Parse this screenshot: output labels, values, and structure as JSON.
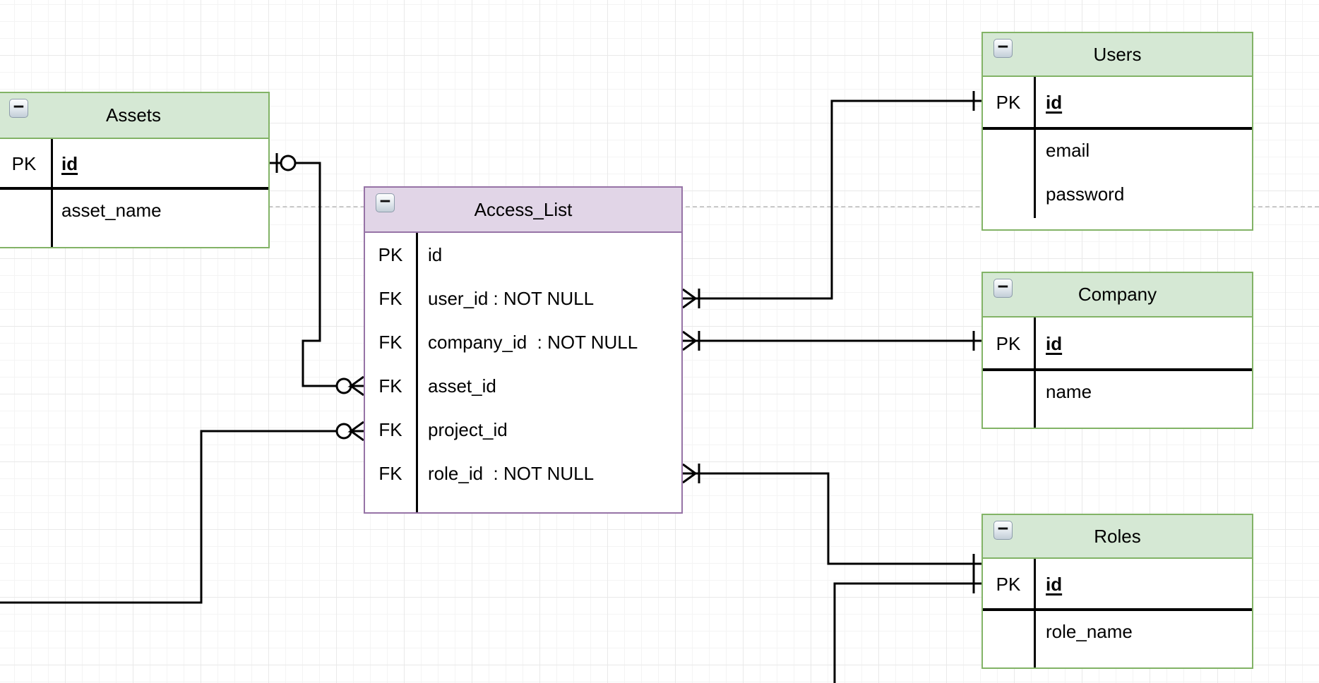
{
  "diagram": {
    "kind": "entity-relationship",
    "colors": {
      "green_fill": "#d5e8d4",
      "green_stroke": "#82b366",
      "purple_fill": "#e1d5e7",
      "purple_stroke": "#9673a6",
      "connector": "#000000",
      "guide_dashed": "#c9c9c9",
      "grid_minor": "#f4f4f4",
      "grid_major": "#e9e9e9"
    }
  },
  "icons": {
    "collapse_glyph": "−"
  },
  "tables": [
    {
      "title": "Assets",
      "rows": [
        {
          "key": "PK",
          "field": "id",
          "pk": true
        },
        {
          "key": "",
          "field": "asset_name"
        }
      ]
    },
    {
      "title": "Access_List",
      "rows": [
        {
          "key": "PK",
          "field": "id"
        },
        {
          "key": "FK",
          "field": "user_id : NOT NULL"
        },
        {
          "key": "FK",
          "field": "company_id  : NOT NULL"
        },
        {
          "key": "FK",
          "field": "asset_id"
        },
        {
          "key": "FK",
          "field": "project_id"
        },
        {
          "key": "FK",
          "field": "role_id  : NOT NULL"
        }
      ]
    },
    {
      "title": "Users",
      "rows": [
        {
          "key": "PK",
          "field": "id",
          "pk": true
        },
        {
          "key": "",
          "field": "email"
        },
        {
          "key": "",
          "field": "password"
        }
      ]
    },
    {
      "title": "Company",
      "rows": [
        {
          "key": "PK",
          "field": "id",
          "pk": true
        },
        {
          "key": "",
          "field": "name"
        }
      ]
    },
    {
      "title": "Roles",
      "rows": [
        {
          "key": "PK",
          "field": "id",
          "pk": true
        },
        {
          "key": "",
          "field": "role_name"
        }
      ]
    }
  ],
  "connectors": [
    {
      "from": "Assets.id",
      "from_cardinality": "zero-or-one",
      "to": "Access_List.asset_id",
      "to_cardinality": "zero-or-many"
    },
    {
      "from": "Access_List.project_id",
      "from_cardinality": "zero-or-many",
      "to": "off-canvas-left",
      "to_cardinality": ""
    },
    {
      "from": "Access_List.user_id",
      "from_cardinality": "one-or-many",
      "to": "Users.id",
      "to_cardinality": "one"
    },
    {
      "from": "Access_List.company_id",
      "from_cardinality": "one-or-many",
      "to": "Company.id",
      "to_cardinality": "one"
    },
    {
      "from": "Access_List.role_id",
      "from_cardinality": "one-or-many",
      "to": "Roles.id",
      "to_cardinality": "one"
    },
    {
      "from": "off-canvas-bottom",
      "from_cardinality": "",
      "to": "Roles.id",
      "to_cardinality": "one"
    }
  ]
}
